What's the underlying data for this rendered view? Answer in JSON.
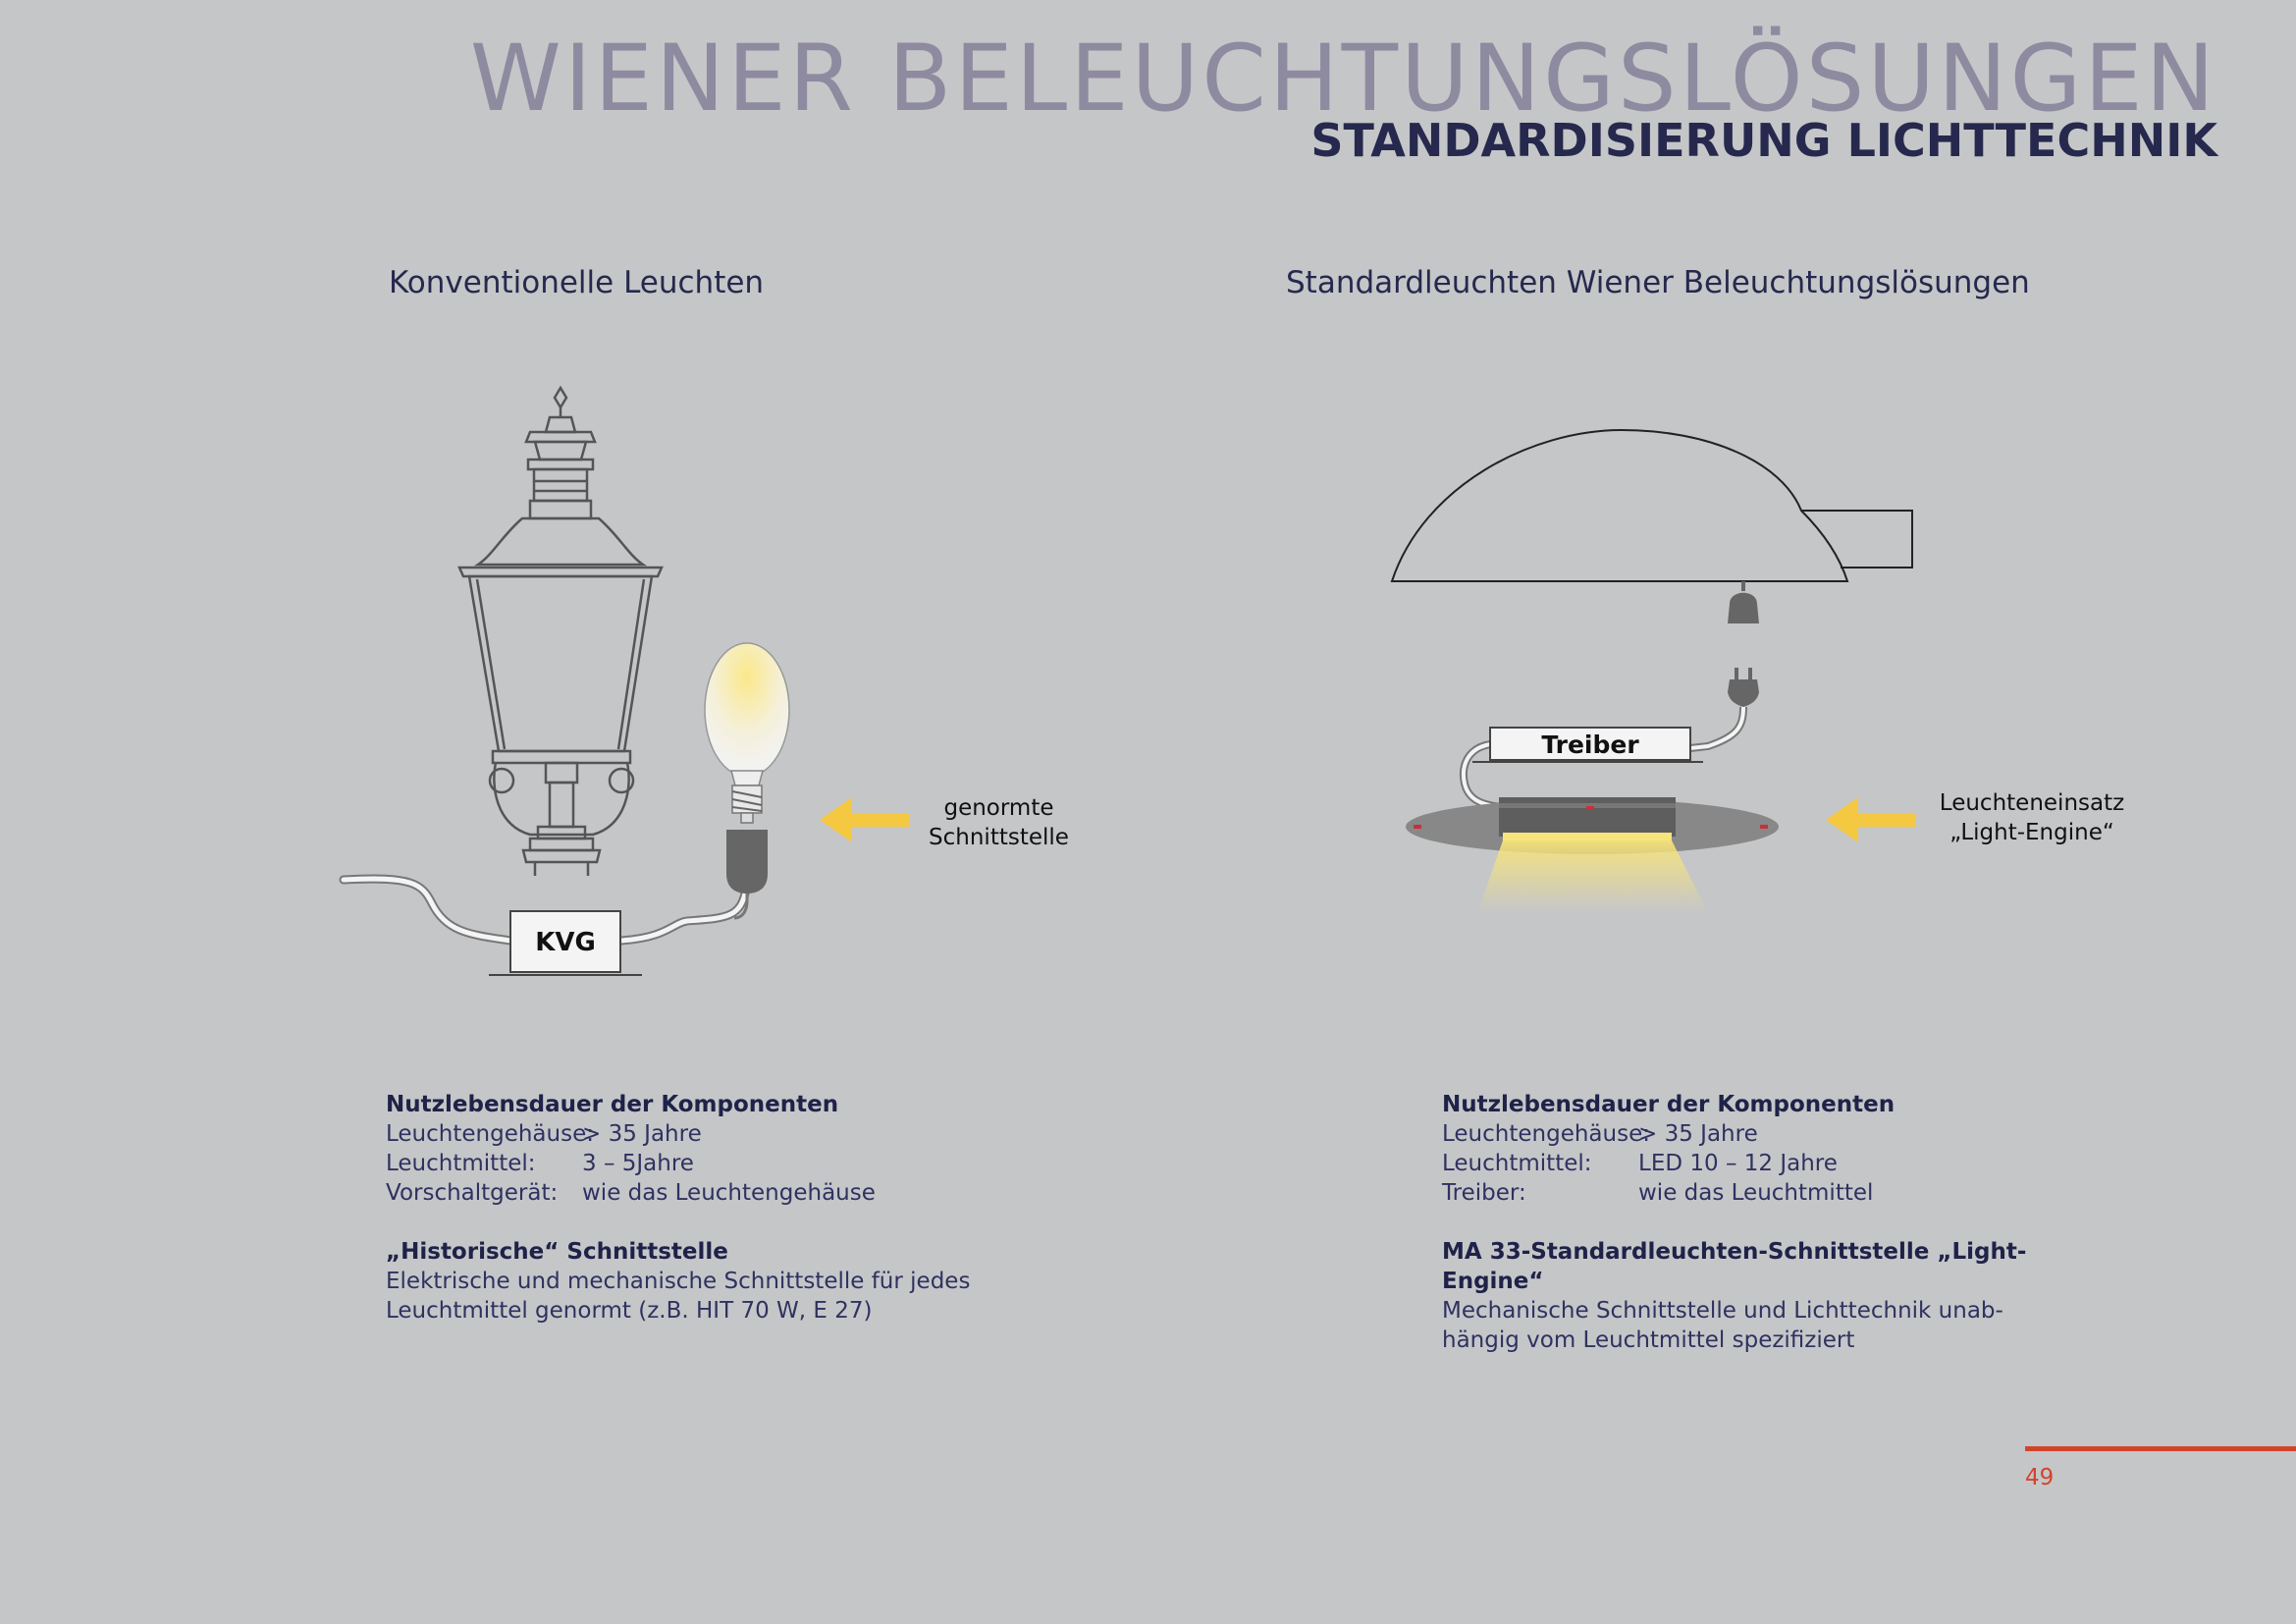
{
  "header": {
    "title": "WIENER BELEUCHTUNGSLÖSUNGEN",
    "subtitle": "STANDARDISIERUNG LICHTTECHNIK"
  },
  "left": {
    "heading": "Konventionelle Leuchten",
    "box_label": "KVG",
    "callout": [
      "genormte",
      "Schnittstelle"
    ],
    "lifetime_title": "Nutzlebensdauer der Komponenten",
    "rows": [
      {
        "k": "Leuchtengehäuse:",
        "v": "> 35 Jahre"
      },
      {
        "k": "Leuchtmittel:",
        "v": "3 – 5Jahre"
      },
      {
        "k": "Vorschaltgerät:",
        "v": "wie das Leuchtengehäuse"
      }
    ],
    "interface_title": "„Historische“ Schnittstelle",
    "interface_text": [
      "Elektrische und mechanische Schnittstelle für jedes",
      "Leuchtmittel genormt  (z.B. HIT 70 W, E 27)"
    ]
  },
  "right": {
    "heading": "Standardleuchten Wiener Beleuchtungslösungen",
    "box_label": "Treiber",
    "callout": [
      "Leuchteneinsatz",
      "„Light-Engine“"
    ],
    "lifetime_title": "Nutzlebensdauer der Komponenten",
    "rows": [
      {
        "k": "Leuchtengehäuse:",
        "v": "> 35 Jahre"
      },
      {
        "k": "Leuchtmittel:",
        "v": "LED 10 – 12 Jahre"
      },
      {
        "k": "Treiber:",
        "v": "wie das Leuchtmittel"
      }
    ],
    "interface_title": "MA 33-Standardleuchten-Schnittstelle „Light-Engine“",
    "interface_text": [
      "Mechanische Schnittstelle und Lichttechnik unab-",
      "hängig vom Leuchtmittel spezifiziert"
    ]
  },
  "page_number": "49",
  "colors": {
    "background": "#c5c6c8",
    "title": "#8e8aa0",
    "subtitle": "#26294d",
    "arrow": "#f5c842",
    "accent": "#d2442a"
  }
}
